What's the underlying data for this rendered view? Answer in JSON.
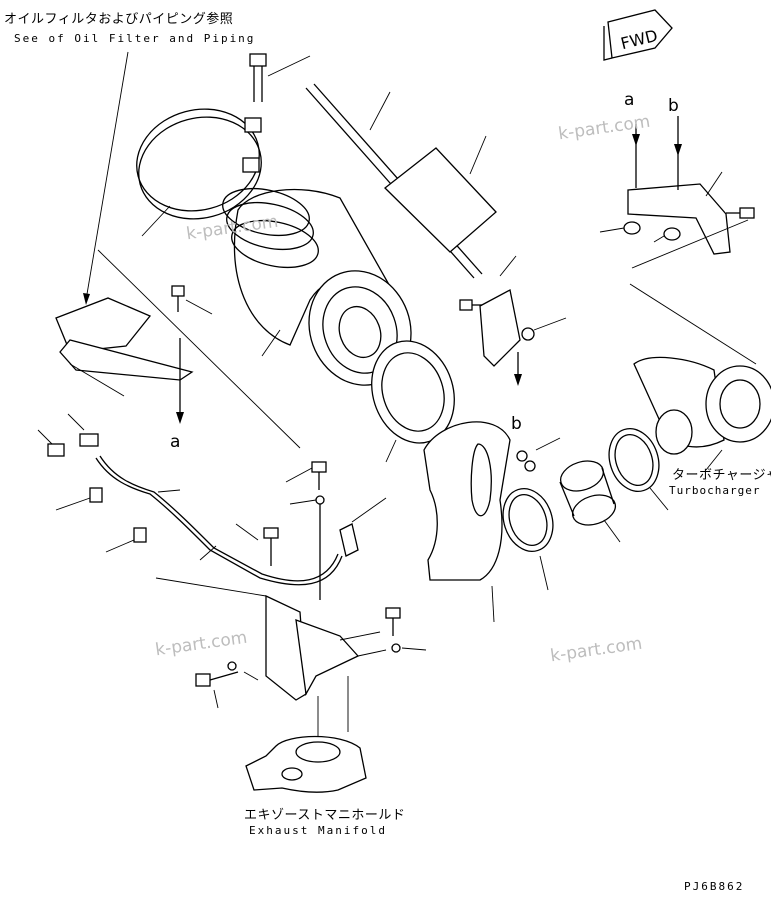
{
  "labels": {
    "oil_filter_jp": "オイルフィルタおよびパイピング参照",
    "oil_filter_en": "See of Oil Filter and Piping",
    "turbo_jp": "ターボチャージャ",
    "turbo_en": "Turbocharger",
    "manifold_jp": "エキゾーストマニホールド",
    "manifold_en": "Exhaust Manifold",
    "fwd": "FWD",
    "drawing_no": "PJ6B862"
  },
  "refs": {
    "a": "a",
    "b": "b"
  },
  "watermark": "k-part.com"
}
